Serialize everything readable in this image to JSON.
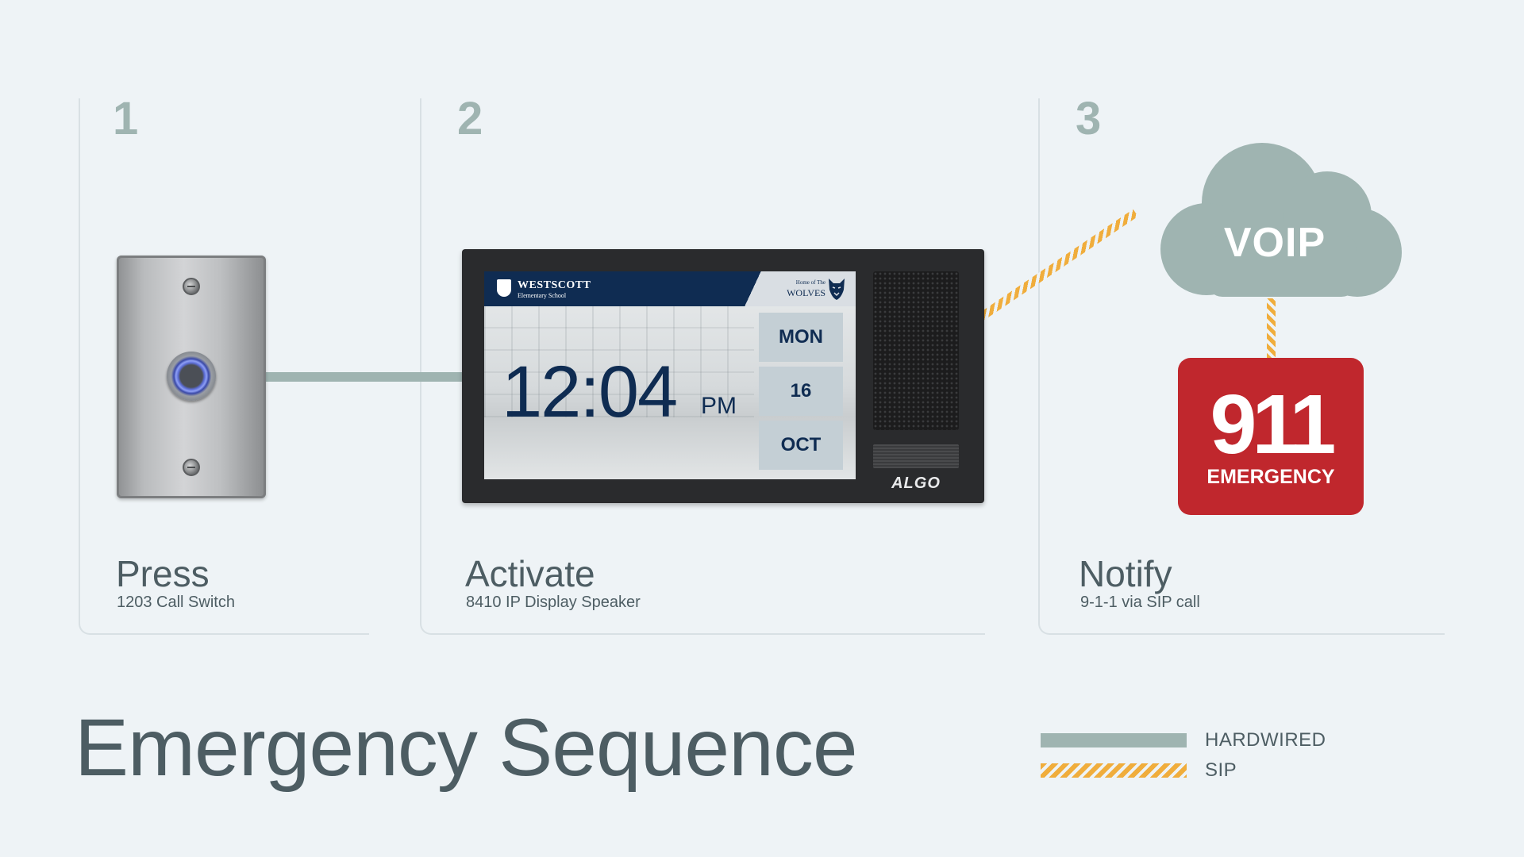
{
  "steps": [
    {
      "number": "1",
      "title": "Press",
      "subtitle": "1203 Call Switch"
    },
    {
      "number": "2",
      "title": "Activate",
      "subtitle": "8410 IP Display Speaker"
    },
    {
      "number": "3",
      "title": "Notify",
      "subtitle": "9-1-1 via SIP call"
    }
  ],
  "display": {
    "school_name": "WESTSCOTT",
    "school_subtitle": "Elementary School",
    "home_of": "Home of The",
    "mascot": "WOLVES",
    "time": "12:04",
    "ampm": "PM",
    "day": "MON",
    "date": "16",
    "month": "OCT",
    "brand": "ALGO"
  },
  "cloud_label": "VOIP",
  "emergency": {
    "number": "911",
    "label": "EMERGENCY"
  },
  "title": "Emergency Sequence",
  "legend": [
    {
      "label": "HARDWIRED",
      "color": "#9fb4b1"
    },
    {
      "label": "SIP",
      "color": "#f0ad3c"
    }
  ],
  "colors": {
    "hardwired": "#9fb4b1",
    "sip": "#f0ad3c",
    "emergency_red": "#c0272d",
    "navy": "#0f2c52",
    "text": "#4d5d63"
  },
  "icons": {
    "cloud": "cloud-icon",
    "wolf": "wolf-icon",
    "crest": "crest-icon"
  }
}
